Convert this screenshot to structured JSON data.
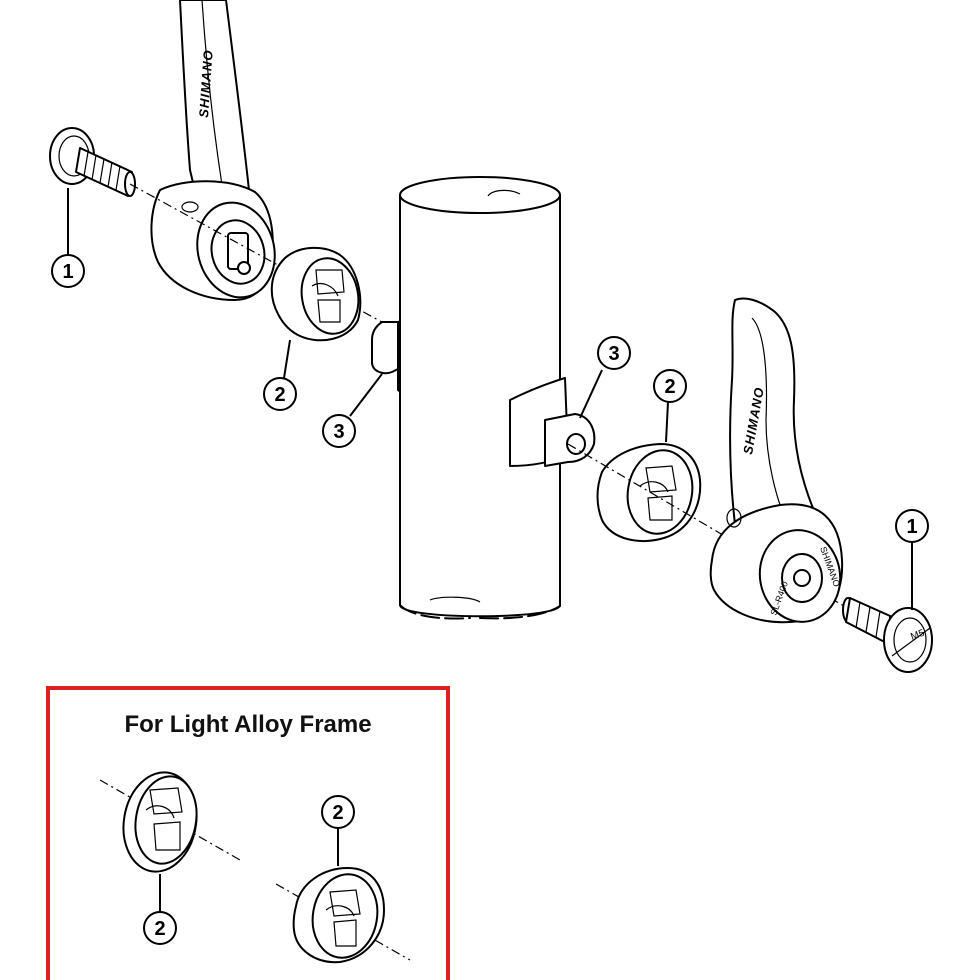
{
  "callouts": {
    "c1_left": "1",
    "c2_left": "2",
    "c3_left": "3",
    "c3_right": "3",
    "c2_right": "2",
    "c1_right": "1",
    "c2_inset_left": "2",
    "c2_inset_right": "2"
  },
  "lever_left": {
    "brand": "SHIMANO"
  },
  "lever_right": {
    "brand": "SHIMANO",
    "ring_top": "SHIMANO",
    "ring_bottom": "SL-R400"
  },
  "bolt_right": {
    "size_mark": "M5"
  },
  "inset": {
    "title": "For Light Alloy Frame",
    "border_color": "#e02020"
  },
  "colors": {
    "line": "#000000",
    "background": "#ffffff"
  }
}
